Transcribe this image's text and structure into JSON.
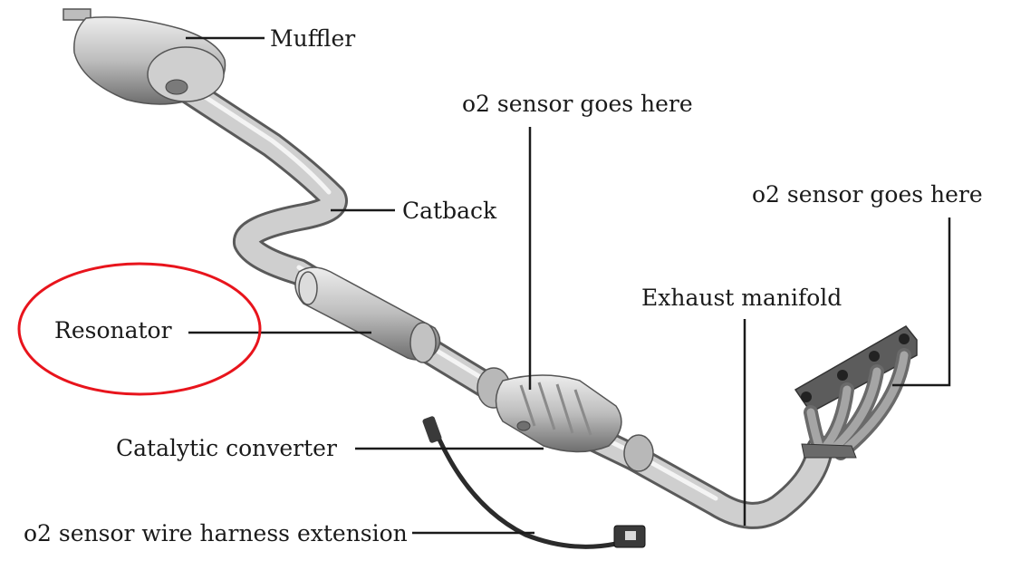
{
  "labels": {
    "muffler": "Muffler",
    "catback": "Catback",
    "resonator": "Resonator",
    "o2_sensor_top": "o2 sensor goes here",
    "o2_sensor_right": "o2 sensor goes here",
    "exhaust_manifold": "Exhaust manifold",
    "catalytic_converter": "Catalytic converter",
    "wire_harness": "o2 sensor wire harness extension"
  },
  "colors": {
    "highlight_circle": "#e8141c",
    "leader_line": "#1a1a1a",
    "metal_light": "#d9d9d9",
    "metal_mid": "#a9a9a9",
    "metal_dark": "#6b6b6b",
    "wire": "#2b2b2b"
  }
}
